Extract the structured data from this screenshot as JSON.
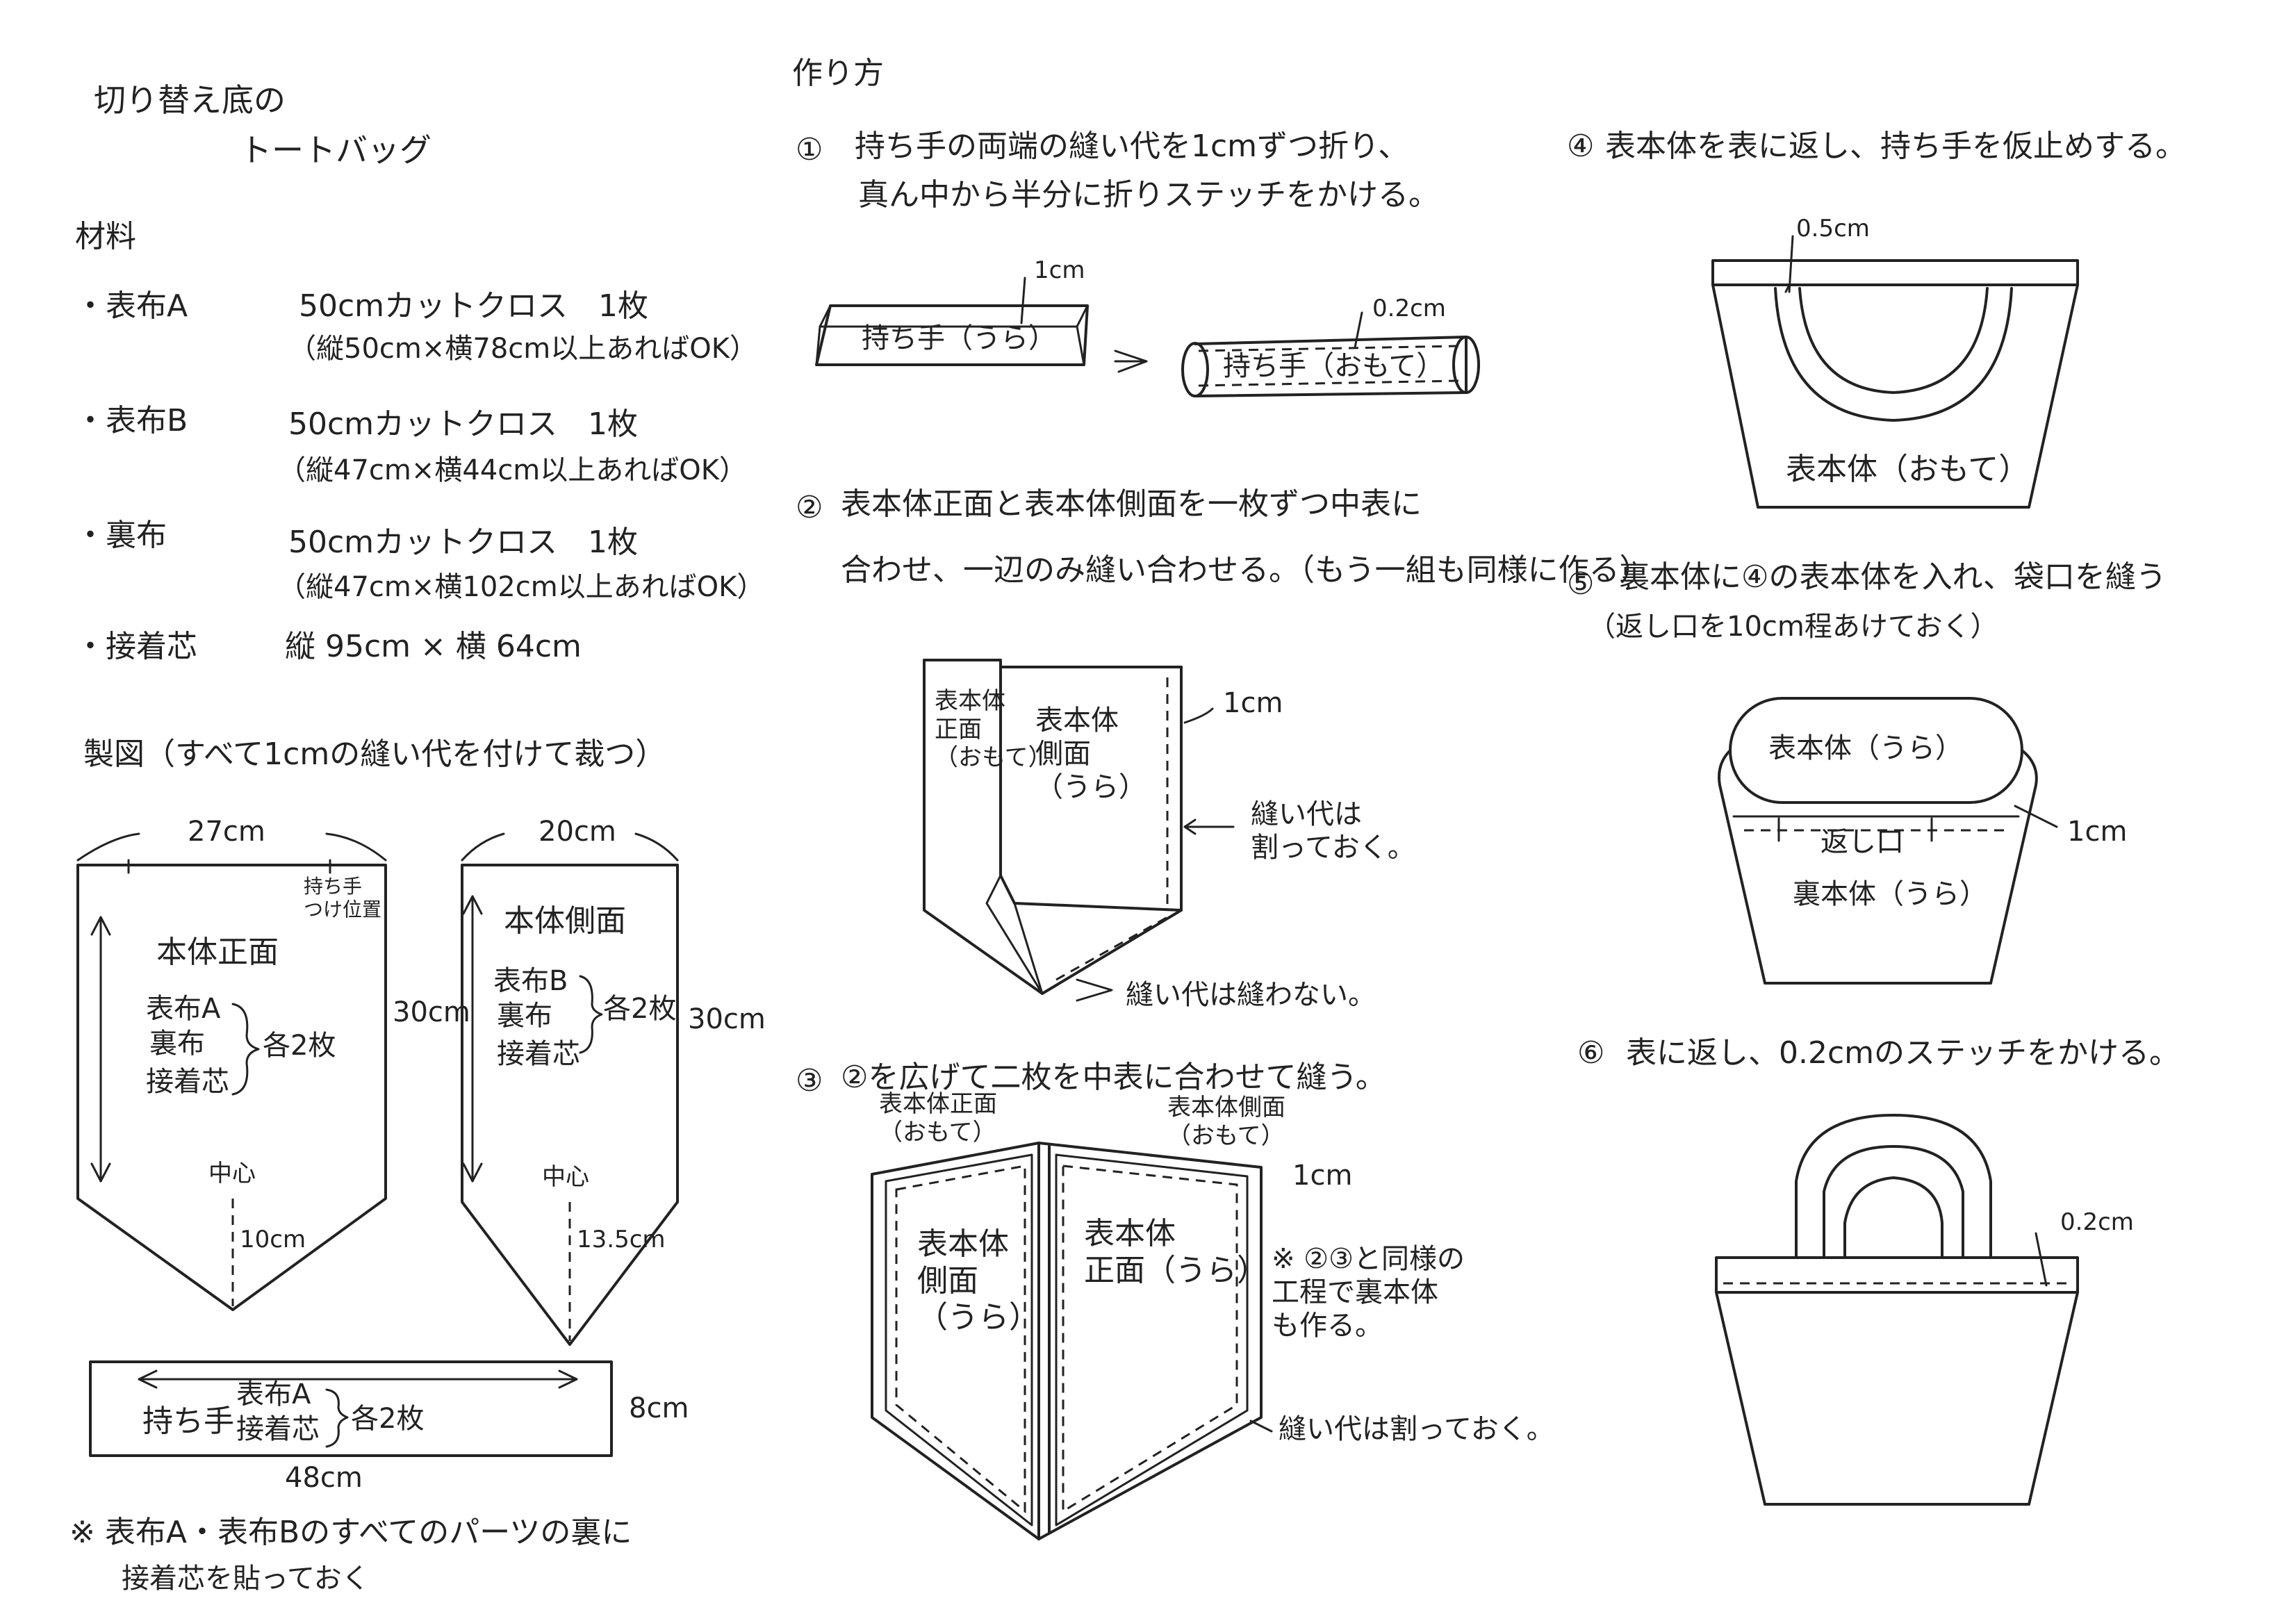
{
  "title": {
    "line1": "切り替え底の",
    "line2": "トートバッグ"
  },
  "materials": {
    "heading": "材料",
    "items": [
      {
        "name": "・表布A",
        "spec": "50cmカットクロス　1枚",
        "note": "（縦50cm×横78cm以上あればOK）"
      },
      {
        "name": "・表布B",
        "spec": "50cmカットクロス　1枚",
        "note": "（縦47cm×横44cm以上あればOK）"
      },
      {
        "name": "・裏布",
        "spec": "50cmカットクロス　1枚",
        "note": "（縦47cm×横102cm以上あればOK）"
      },
      {
        "name": "・接着芯",
        "spec": "縦 95cm × 横 64cm",
        "note": ""
      }
    ]
  },
  "pattern": {
    "heading": "製図（すべて1cmの縫い代を付けて裁つ）",
    "front": {
      "width": "27cm",
      "height": "30cm",
      "handle_pos": "持ち手\nつけ位置",
      "label": "本体正面",
      "fabrics": [
        "表布A",
        "裏布",
        "接着芯"
      ],
      "count": "各2枚",
      "center": "中心",
      "point": "10cm"
    },
    "side": {
      "width": "20cm",
      "height": "30cm",
      "label": "本体側面",
      "fabrics": [
        "表布B",
        "裏布",
        "接着芯"
      ],
      "count": "各2枚",
      "center": "中心",
      "point": "13.5cm"
    },
    "handle": {
      "label": "持ち手",
      "fabrics": [
        "表布A",
        "接着芯"
      ],
      "count": "各2枚",
      "length": "48cm",
      "height": "8cm"
    },
    "note_line1": "※ 表布A・表布Bのすべてのパーツの裏に",
    "note_line2": "接着芯を貼っておく"
  },
  "steps_heading": "作り方",
  "steps": {
    "s1": {
      "num": "①",
      "line1": "持ち手の両端の縫い代を1cmずつ折り、",
      "line2": "真ん中から半分に折りステッチをかける。",
      "lbl_a": "1cm",
      "lbl_b": "持ち手（うら）",
      "lbl_c": "0.2cm",
      "lbl_d": "持ち手（おもて）"
    },
    "s2": {
      "num": "②",
      "line1": "表本体正面と表本体側面を一枚ずつ中表に",
      "line2": "合わせ、一辺のみ縫い合わせる。（もう一組も同様に作る）",
      "front": "表本体\n正面\n（おもて）",
      "side": "表本体\n側面\n（うら）",
      "seam": "1cm",
      "open": "縫い代は\n割っておく。",
      "nosew": "縫い代は縫わない。"
    },
    "s3": {
      "num": "③",
      "line1": "②を広げて二枚を中表に合わせて縫う。",
      "front_top": "表本体正面\n（おもて）",
      "side_top": "表本体側面\n（おもて）",
      "seam": "1cm",
      "left": "表本体\n側面\n（うら）",
      "right": "表本体\n正面（うら）",
      "note": "※ ②③と同様の\n工程で裏本体\nも作る。",
      "open": "縫い代は割っておく。"
    },
    "s4": {
      "num": "④",
      "line1": "表本体を表に返し、持ち手を仮止めする。",
      "pos": "0.5cm",
      "label": "表本体（おもて）"
    },
    "s5": {
      "num": "⑤",
      "line1": "裏本体に④の表本体を入れ、袋口を縫う",
      "line2": "（返し口を10cm程あけておく）",
      "outer": "表本体（うら）",
      "gap": "返し口",
      "inner": "裏本体（うら）",
      "seam": "1cm"
    },
    "s6": {
      "num": "⑥",
      "line1": "表に返し、0.2cmのステッチをかける。",
      "stitch": "0.2cm"
    }
  }
}
